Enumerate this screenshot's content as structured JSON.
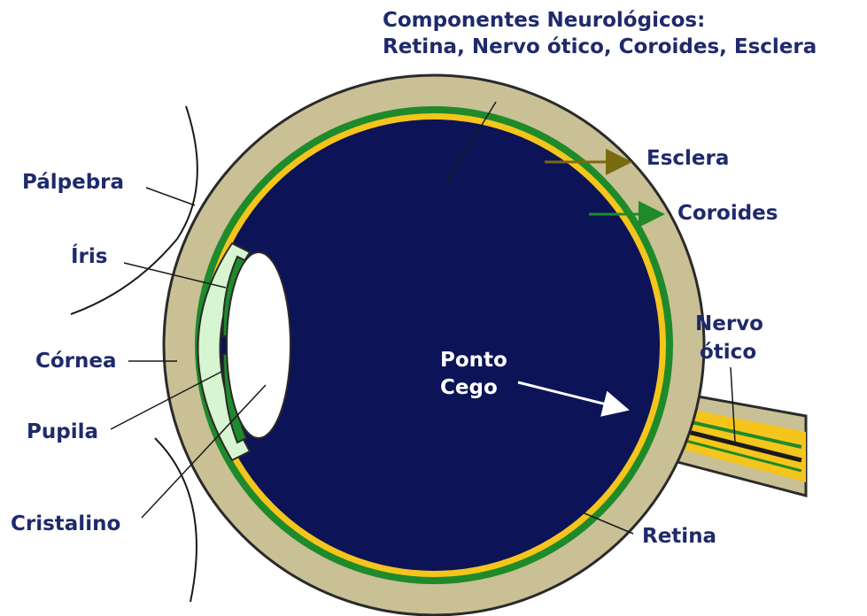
{
  "title": {
    "line1": "Componentes Neurológicos:",
    "line2": "Retina, Nervo ótico, Coroides, Esclera"
  },
  "labels": {
    "palpebra": "Pálpebra",
    "iris": "Íris",
    "cornea": "Córnea",
    "pupila": "Pupila",
    "cristalino": "Cristalino",
    "esclera": "Esclera",
    "coroides": "Coroides",
    "nervo_line1": "Nervo",
    "nervo_line2": "ótico",
    "ponto_line1": "Ponto",
    "ponto_line2": "Cego",
    "retina": "Retina"
  },
  "colors": {
    "sclera": "#c9c095",
    "choroid": "#1f8a2a",
    "retina": "#f5c51c",
    "vitreous": "#0d1357",
    "cornea": "#d6f5d0",
    "esclera_arrow": "#7a6a10",
    "coroides_arrow": "#1f8a2a",
    "label_text": "#1f2a6b"
  }
}
